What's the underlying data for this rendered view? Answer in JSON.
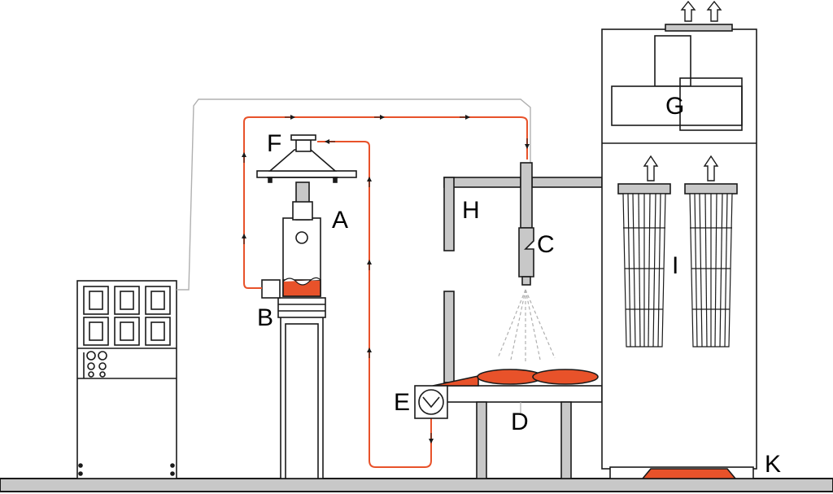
{
  "labels": {
    "A": "A",
    "B": "B",
    "C": "C",
    "D": "D",
    "E": "E",
    "F": "F",
    "G": "G",
    "H": "H",
    "I": "I",
    "K": "K"
  },
  "colors": {
    "powder": "#e8522a",
    "line": "#1a1a1a",
    "metal": "#c8c8c8",
    "dark_metal": "#9a9a9a",
    "control_line": "#b0b0b0"
  }
}
